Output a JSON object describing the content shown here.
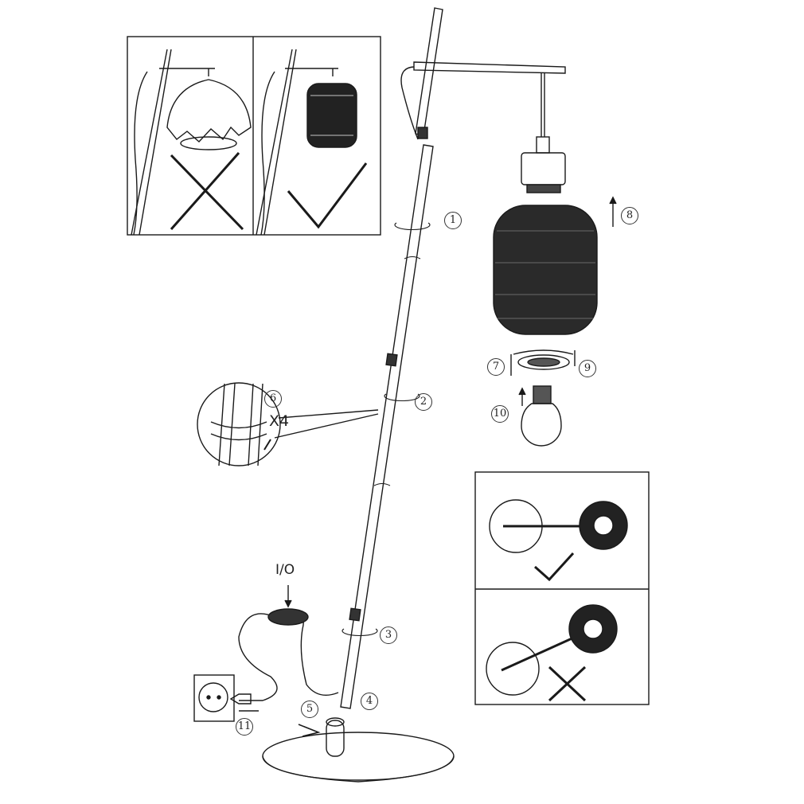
{
  "diagram": {
    "steps": [
      "1",
      "2",
      "3",
      "4",
      "5",
      "6",
      "7",
      "8",
      "9",
      "10",
      "11"
    ],
    "clip_count": "X4",
    "switch_label": "I/O",
    "ink_color": "#1a1a1a"
  }
}
